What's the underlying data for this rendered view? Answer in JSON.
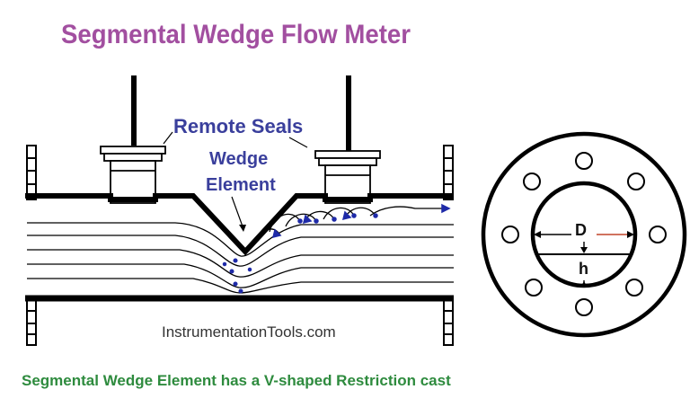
{
  "diagram": {
    "title": "Segmental Wedge Flow Meter",
    "labels": {
      "remote_seals": "Remote Seals",
      "wedge_line1": "Wedge",
      "wedge_line2": "Element",
      "diameter": "D",
      "height": "h"
    },
    "watermark": "InstrumentationTools.com",
    "caption": "Segmental Wedge Element has a V-shaped Restriction cast",
    "colors": {
      "title": "#a24fa0",
      "labels": "#3a3f9c",
      "caption": "#2e8b3e",
      "flow_lines": "#000000",
      "flow_arrows": "#1e2aa8",
      "diameter_accent": "#c0452a"
    }
  }
}
